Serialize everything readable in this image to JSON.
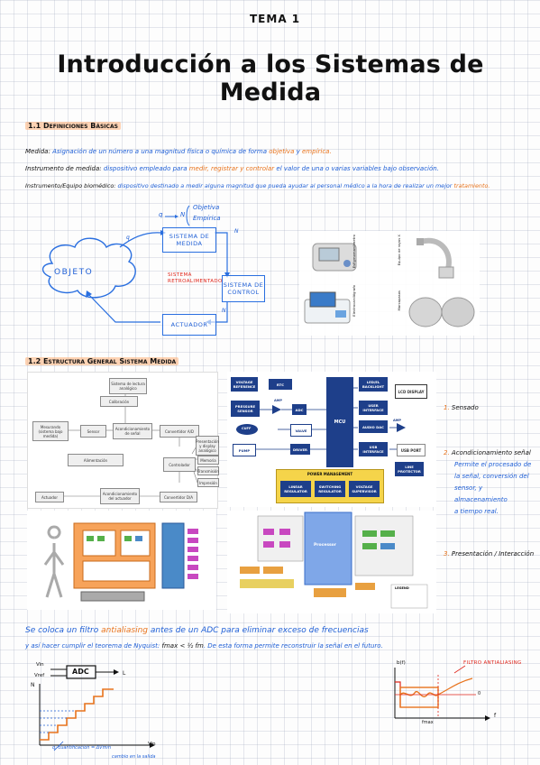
{
  "header": {
    "tema": "TEMA 1",
    "title": "Introducción a los Sistemas de Medida"
  },
  "section1": {
    "heading": "1.1 Definiciones Básicas",
    "defs": [
      {
        "term": "Medida:",
        "text": "Asignación de un número a una magnitud física o química de forma",
        "tail1": "objetiva",
        "tail_mid": "y",
        "tail2": "empírica."
      },
      {
        "term": "Instrumento de medida:",
        "text": "dispositivo empleado para",
        "a": "medir,",
        "b": "registrar",
        "c": "y controlar",
        "rest": "el valor de una o varias variables bajo observación."
      },
      {
        "term": "Instrumento/Equipo biomédico:",
        "text": "dispositivo destinado a medir alguna magnitud que pueda ayudar al personal médico a la hora de realizar un mejor",
        "end": "tratamiento."
      }
    ],
    "diagram": {
      "mapping": "q → N",
      "objetiva": "Objetiva",
      "empirica": "Empírica",
      "q_label": "q",
      "N_label": "N",
      "N_label2": "N",
      "objeto": "OBJETO",
      "sistema_medida": "SISTEMA DE MEDIDA",
      "sistema_control": "SISTEMA DE CONTROL",
      "retro": "SISTEMA RETROALIMENTADO",
      "actuador": "ACTUADOR"
    },
    "photos": {
      "esfigmo": "Esfigmomanómetro",
      "rayos": "Equipo de rayos X",
      "electro": "Electrocardiógrafo",
      "marcapasos": "Marcapasos"
    }
  },
  "section2": {
    "heading": "1.2 Estructura General Sistema Medida",
    "generic_blocks": {
      "sistema_lectura": "Sistema de lectura analógico",
      "calibracion": "Calibración",
      "mesurando": "Mesurando (sistema bajo medida)",
      "sensor": "Sensor",
      "acond_senal": "Acondicionamiento de señal",
      "conv_ad": "Convertidor A/D",
      "presentacion": "Presentación y display analógico",
      "alimentacion": "Alimentación",
      "controlador": "Controlador",
      "memoria": "Memoria",
      "transmision": "Transmisión",
      "impresion": "Impresión",
      "actuador": "Actuador",
      "acond_actuador": "Acondicionamiento del actuador",
      "conv_da": "Convertidor D/A"
    },
    "mcu_blocks": {
      "voltage_ref": "VOLTAGE REFERENCE",
      "rtc": "RTC",
      "led_backlight": "LED/EL BACKLIGHT",
      "lcd": "LCD DISPLAY",
      "pressure": "PRESSURE SENSOR",
      "amp1": "AMP",
      "adc": "ADC",
      "mcu": "MCU",
      "user_if": "USER INTERFACE",
      "audio": "AUDIO DAC",
      "amp2": "AMP",
      "cuff": "CUFF",
      "valve": "VALVE",
      "pump": "PUMP",
      "driver": "DRIVER",
      "usb_if": "USB INTERFACE",
      "usb_port": "USB PORT",
      "line_prot": "LINE PROTECTOR",
      "power_mgmt": "POWER MANAGEMENT",
      "linear": "LINEAR REGULATOR",
      "switching": "SWITCHING REGULATOR",
      "supervisor": "VOLTAGE SUPERVISOR"
    },
    "bottom_right": {
      "processor": "Processor",
      "legend": "LEGEND"
    },
    "notes": {
      "n1_num": "1.",
      "n1": "Sensado",
      "n2_num": "2.",
      "n2": "Acondicionamiento señal",
      "n2_detail": [
        "Permite el procesado de",
        "la señal, conversión del",
        "sensor, y almacenamiento",
        "a tiempo real."
      ],
      "n3_num": "3.",
      "n3": "Presentación / Interacción"
    }
  },
  "section3": {
    "para1_a": "Se coloca un filtro",
    "para1_b": "antialiasing",
    "para1_c": "antes de un ADC para eliminar exceso de frecuencias",
    "para2_a": "y así hacer cumplir el teorema de Nyquist:",
    "para2_formula": "fmax < ½ fm",
    "para2_b": ". De esta forma permite reconstruir la señal en el futuro.",
    "adc": "ADC",
    "vin": "Vin",
    "vref": "Vref",
    "L": "L",
    "N": "N",
    "vin_axis": "Vin",
    "q_note": "q: cuantificación = ΔVmin",
    "q_note2": "cambio en la salida",
    "filtro": "FILTRO ANTIALIASING",
    "bf": "b(f)",
    "fmax": "fmax",
    "f": "f",
    "zero": "0"
  },
  "colors": {
    "blue": "#1f5fd6",
    "orange": "#e8731c",
    "red": "#e0261b",
    "navy": "#1e3f8a"
  }
}
